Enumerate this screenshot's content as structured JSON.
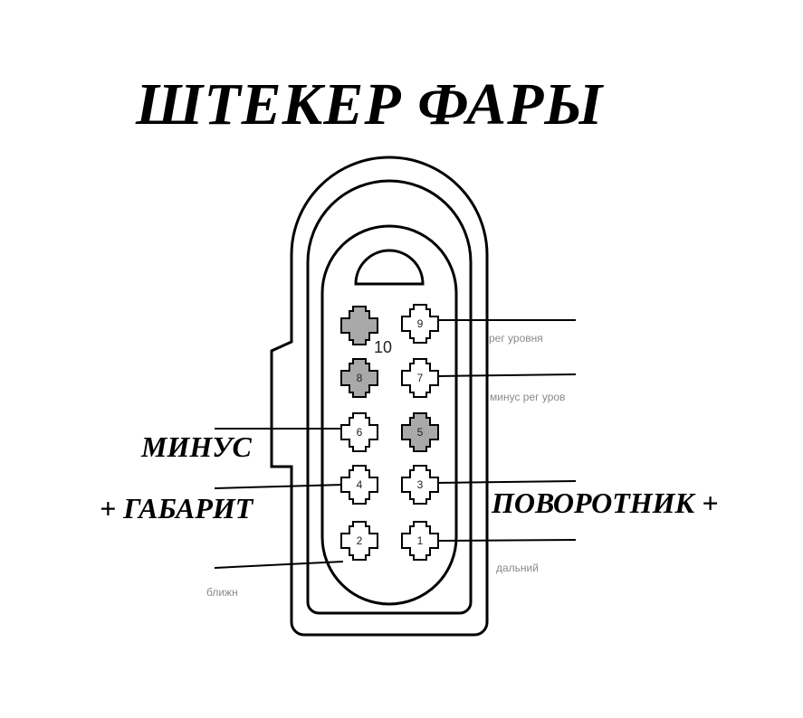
{
  "title": "ШТЕКЕР ФАРЫ",
  "pins": [
    {
      "id": "pin-1",
      "number": "1",
      "filled": false
    },
    {
      "id": "pin-2",
      "number": "2",
      "filled": false
    },
    {
      "id": "pin-3",
      "number": "3",
      "filled": false
    },
    {
      "id": "pin-4",
      "number": "4",
      "filled": false
    },
    {
      "id": "pin-5",
      "number": "5",
      "filled": true
    },
    {
      "id": "pin-6",
      "number": "6",
      "filled": false
    },
    {
      "id": "pin-7",
      "number": "7",
      "filled": false
    },
    {
      "id": "pin-8",
      "number": "8",
      "filled": true
    },
    {
      "id": "pin-9",
      "number": "9",
      "filled": false
    },
    {
      "id": "pin-10",
      "number": "10",
      "filled": true
    }
  ],
  "labels": {
    "minus": "МИНУС",
    "gabarit": "+ ГАБАРИТ",
    "povorotnik": "ПОВОРОТНИК +",
    "reg_urovnya": "рег уровня",
    "minus_reg_urov": "минус рег уров",
    "dalniy": "дальний",
    "blizhn": "ближн"
  },
  "colors": {
    "outline": "#000000",
    "pin_filled": "#a9a9a9",
    "pin_empty": "#ffffff",
    "faint_text": "#8a8a8a"
  }
}
